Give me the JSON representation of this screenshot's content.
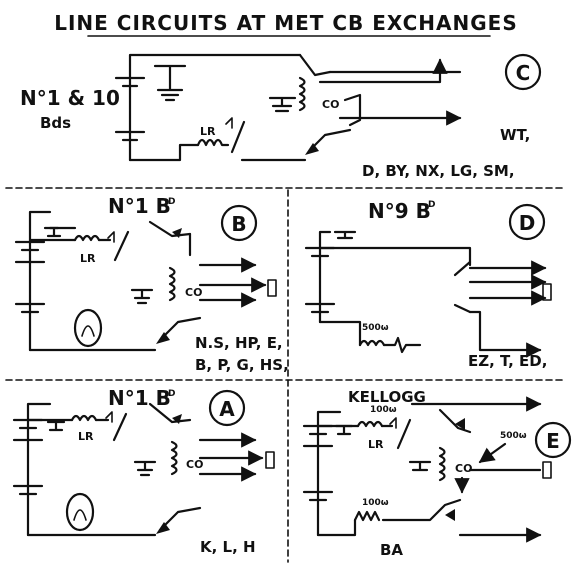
{
  "title": "LINE CIRCUITS AT MET CB EXCHANGES",
  "panels": {
    "C": {
      "badge": "C",
      "boards": "N°1 & 10",
      "boards_suffix": "Bds",
      "lr": "LR",
      "co": "CO",
      "exchanges_1": "WT,",
      "exchanges_2": "D, BY, NX, LG, SM,"
    },
    "B": {
      "badge": "B",
      "board": "N°1 B",
      "lr": "LR",
      "co": "CO",
      "exchanges_1": "N.S, HP, E,",
      "exchanges_2": "B, P, G, HS,"
    },
    "D": {
      "badge": "D",
      "board": "N°9 B",
      "resistance": "500ω",
      "exchanges": "EZ, T, ED,"
    },
    "A": {
      "badge": "A",
      "board": "N°1 B",
      "lr": "LR",
      "co": "CO",
      "exchanges": "K, L, H"
    },
    "E": {
      "badge": "E",
      "maker": "KELLOGG",
      "res_top": "100ω",
      "res_side": "500ω",
      "res_bottom": "100ω",
      "lr": "LR",
      "co": "CO",
      "exchanges": "BA"
    }
  }
}
